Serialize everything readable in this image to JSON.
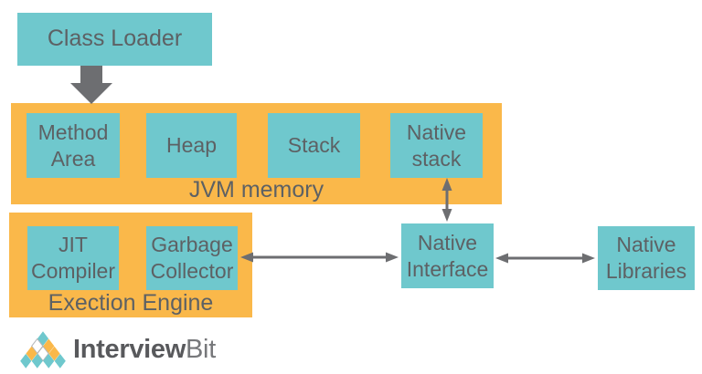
{
  "colors": {
    "box_teal": "#6fc8cd",
    "container_orange": "#fab84a",
    "label_text": "#5d6164",
    "arrow_gray": "#6d6e71",
    "logo_text_dark": "#58595c",
    "logo_text_light": "#77787b"
  },
  "diagram": {
    "class_loader": "Class Loader",
    "jvm_memory": {
      "label": "JVM memory",
      "boxes": [
        "Method Area",
        "Heap",
        "Stack",
        "Native stack"
      ]
    },
    "execution_engine": {
      "label": "Exection Engine",
      "boxes": [
        "JIT Compiler",
        "Garbage Collector"
      ]
    },
    "native_interface": "Native Interface",
    "native_libraries": "Native Libraries"
  },
  "logo": {
    "name_bold": "Interview",
    "name_light": "Bit"
  }
}
